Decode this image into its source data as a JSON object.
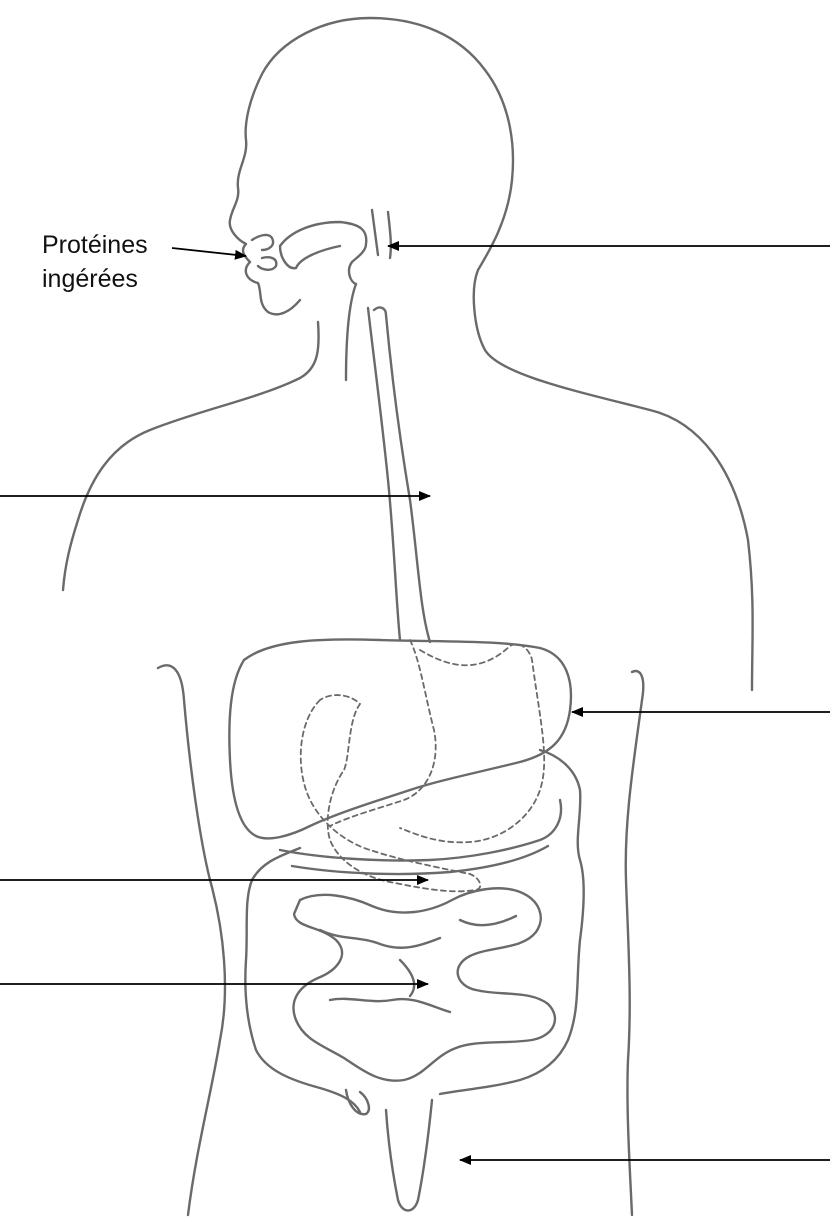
{
  "caption": {
    "line1": "Protéines",
    "line2": "ingérées"
  },
  "colors": {
    "outline": "#6a6a6a",
    "arrow": "#000000",
    "background": "#ffffff",
    "text": "#111111"
  },
  "pointers": [
    {
      "name": "mouth",
      "label": ""
    },
    {
      "name": "pharynx",
      "label": ""
    },
    {
      "name": "esophagus",
      "label": ""
    },
    {
      "name": "stomach",
      "label": ""
    },
    {
      "name": "pancreas",
      "label": ""
    },
    {
      "name": "small-intestine",
      "label": ""
    },
    {
      "name": "rectum",
      "label": ""
    }
  ]
}
